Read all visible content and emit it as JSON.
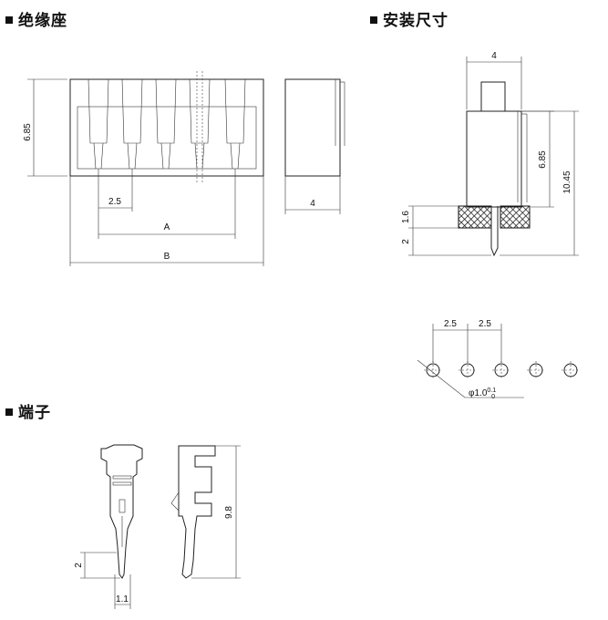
{
  "sections": {
    "housing": "绝缘座",
    "mounting": "安装尺寸",
    "terminal": "端子"
  },
  "housing_dims": {
    "height": "6.85",
    "pitch": "2.5",
    "a": "A",
    "b": "B",
    "depth": "4"
  },
  "mounting_dims": {
    "width": "4",
    "height": "6.85",
    "total": "10.45",
    "board": "1.6",
    "pin": "2",
    "pitch1": "2.5",
    "pitch2": "2.5",
    "hole": "φ1.0",
    "hole_sup": "0.1",
    "hole_sub": "0"
  },
  "terminal_dims": {
    "length": "9.8",
    "tip": "2",
    "width": "1.1"
  }
}
